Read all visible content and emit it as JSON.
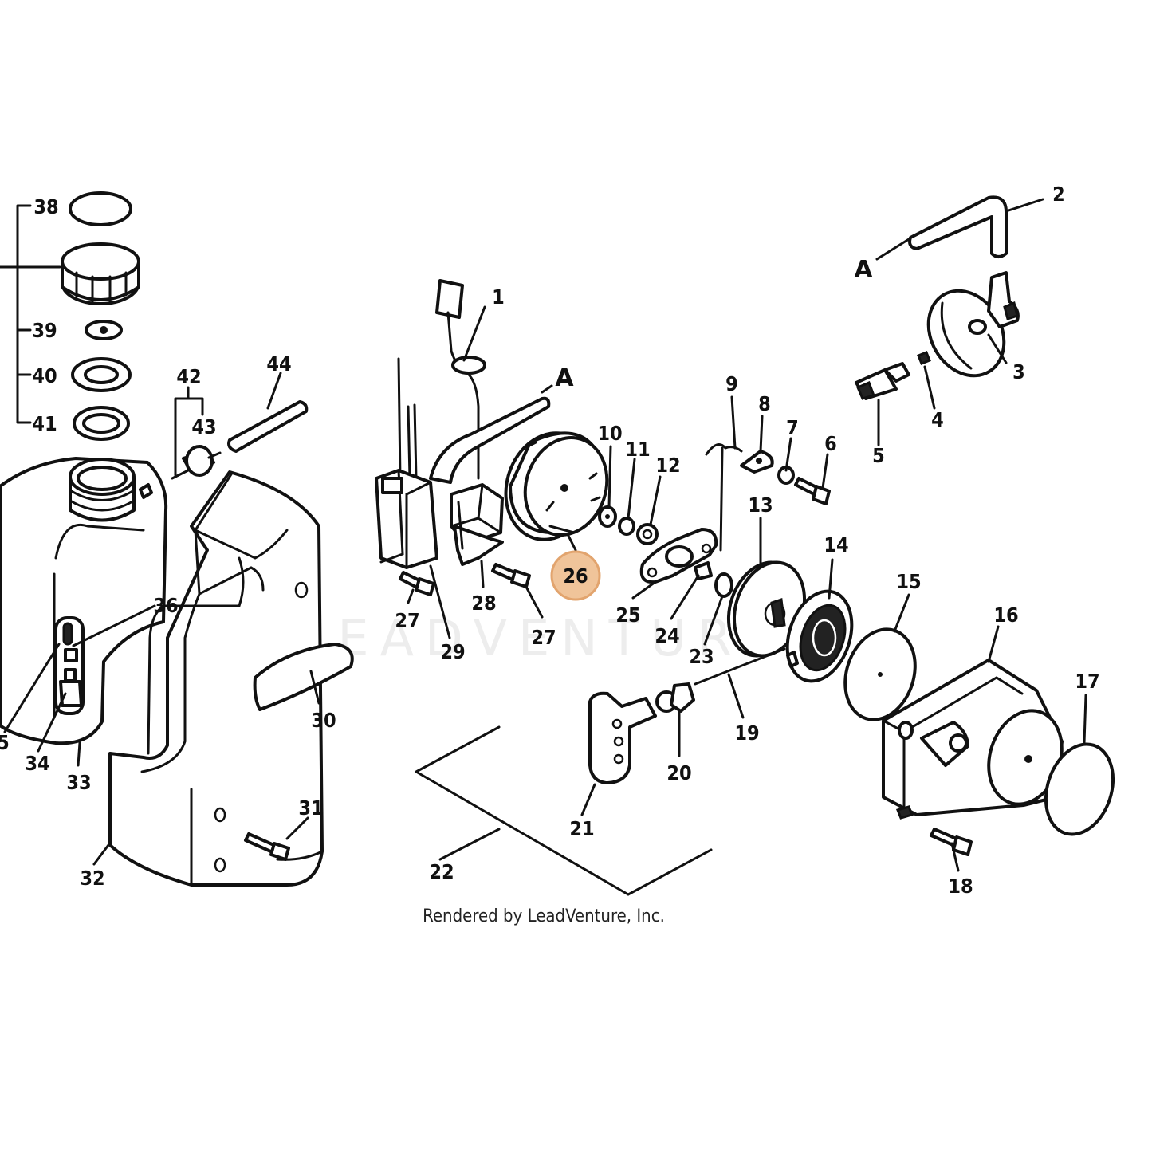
{
  "watermark": "LEADVENTURE",
  "credit": "Rendered by LeadVenture, Inc.",
  "highlighted_part": "26",
  "callouts": {
    "c1": "1",
    "c2": "2",
    "c3": "3",
    "c4": "4",
    "c5": "5",
    "c6": "6",
    "c7": "7",
    "c8": "8",
    "c9": "9",
    "c10": "10",
    "c11": "11",
    "c12": "12",
    "c13": "13",
    "c14": "14",
    "c15": "15",
    "c16": "16",
    "c17": "17",
    "c18": "18",
    "c19": "19",
    "c20": "20",
    "c21": "21",
    "c22": "22",
    "c23": "23",
    "c24": "24",
    "c25": "25",
    "c26": "26",
    "c27a": "27",
    "c27b": "27",
    "c28": "28",
    "c29": "29",
    "c30": "30",
    "c31": "31",
    "c32": "32",
    "c33": "33",
    "c34": "34",
    "c35": "5",
    "c36": "36",
    "c38": "38",
    "c39": "39",
    "c40": "40",
    "c41": "41",
    "c42": "42",
    "c43": "43",
    "c44": "44"
  },
  "ref_letters": {
    "a_left": "A",
    "a_right": "A"
  }
}
